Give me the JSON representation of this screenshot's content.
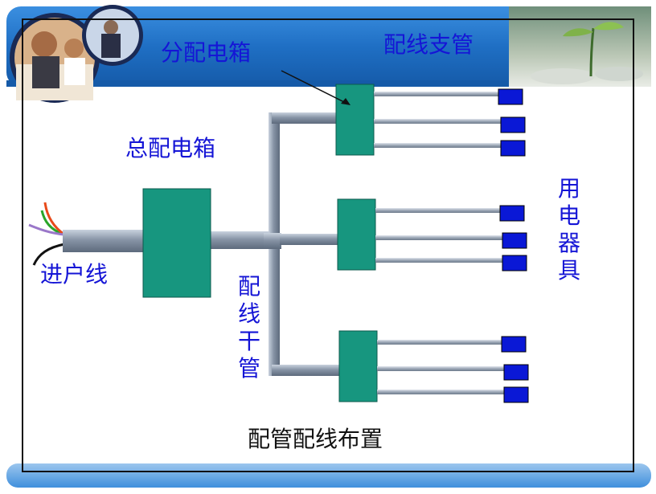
{
  "header": {
    "title": "分配电箱",
    "subtitle": "配线支管"
  },
  "diagram": {
    "main_box_label": "总配电箱",
    "incoming_label": "进户线",
    "trunk_label": "配线干管",
    "appliance_label": "用电器具",
    "caption": "配管配线布置"
  },
  "colors": {
    "header_blue": "#1f6fc4",
    "box_teal": "#17967f",
    "appliance_blue": "#0a18d6",
    "pipe_gray": "#8a96a6",
    "label_blue": "#1515d6"
  }
}
